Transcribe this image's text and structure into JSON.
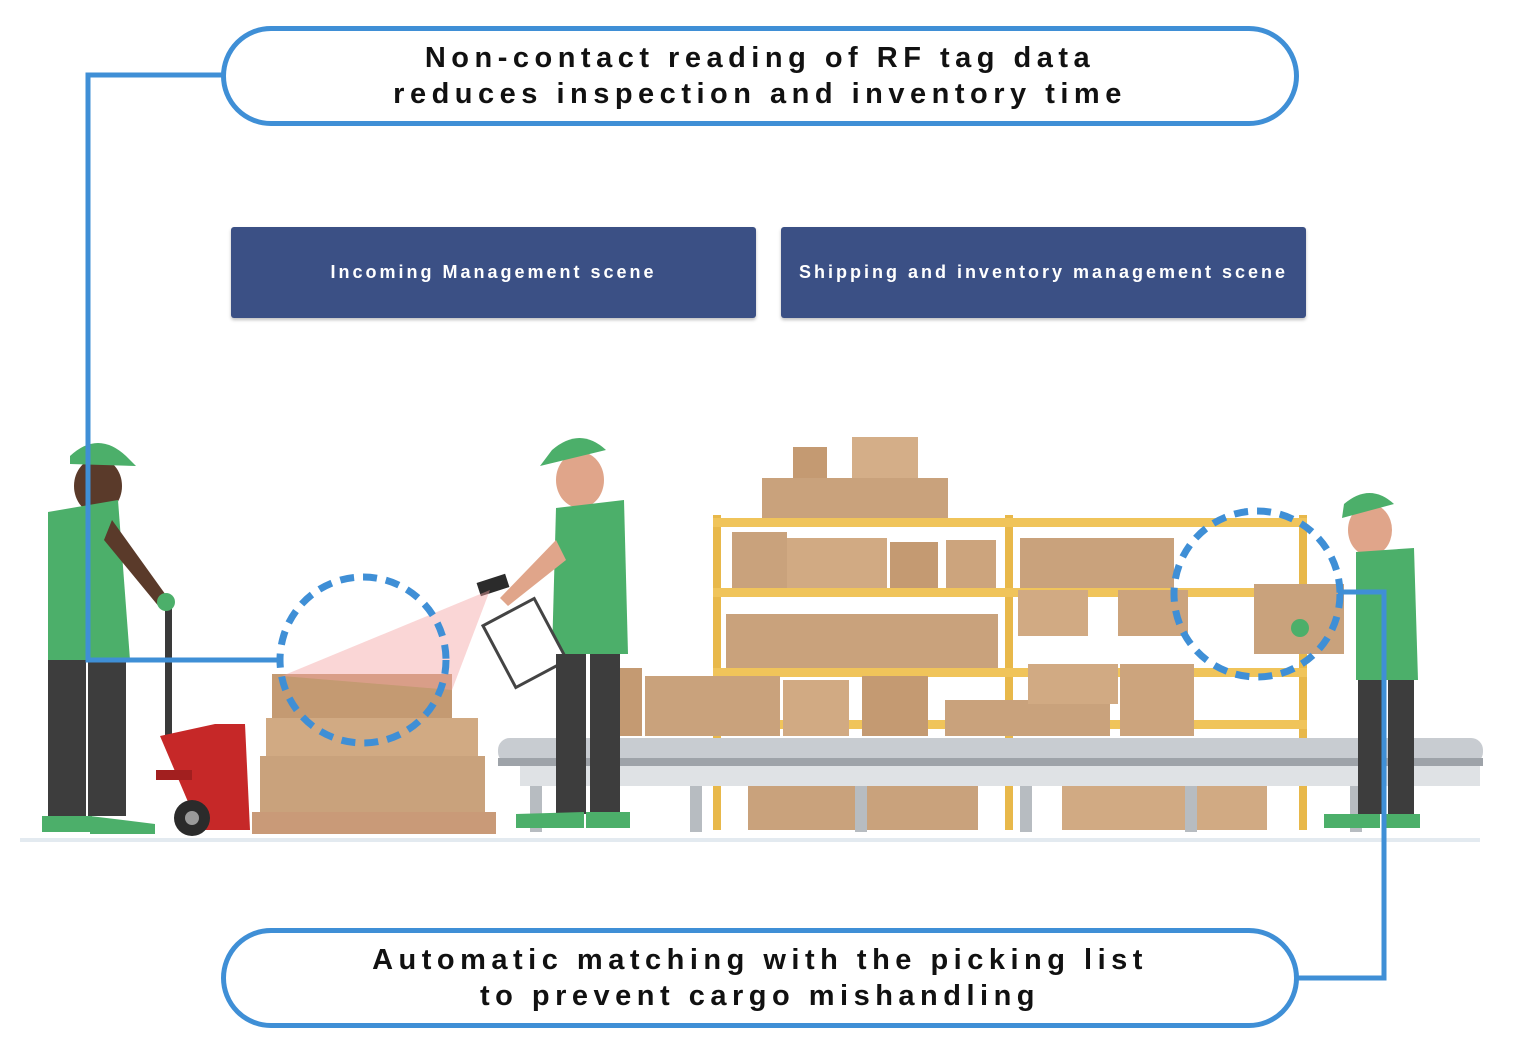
{
  "callouts": {
    "top_line1": "Non-contact reading of RF tag data",
    "top_line2": "reduces inspection and inventory time",
    "bottom_line1": "Automatic matching with the picking list",
    "bottom_line2": "to prevent cargo mishandling"
  },
  "scenes": {
    "incoming": "Incoming Management scene",
    "shipping": "Shipping and inventory management scene"
  },
  "colors": {
    "accent_blue": "#3f8fd6",
    "scene_button": "#3b5085",
    "box": "#c9a27c",
    "shirt": "#4caf6a",
    "shelf": "#e8b84a",
    "pallet_jack": "#c62828",
    "conveyor": "#c8ccd1"
  }
}
